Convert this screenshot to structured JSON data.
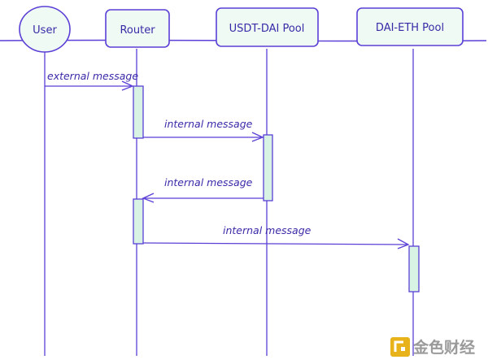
{
  "colors": {
    "ink": "#3a2aa8",
    "line": "#5b3fd6",
    "box_fill": "#eefaf3",
    "activation_fill": "#d8f3e4",
    "watermark_gold": "#e8b21a",
    "watermark_gray": "#9a9a9a"
  },
  "actors": {
    "user": "User",
    "router": "Router",
    "usdt_dai_pool": "USDT-DAI Pool",
    "dai_eth_pool": "DAI-ETH Pool"
  },
  "messages": [
    {
      "label": "external message",
      "from": "User",
      "to": "Router"
    },
    {
      "label": "internal message",
      "from": "Router",
      "to": "USDT-DAI Pool"
    },
    {
      "label": "internal message",
      "from": "USDT-DAI Pool",
      "to": "Router"
    },
    {
      "label": "internal message",
      "from": "Router",
      "to": "DAI-ETH Pool"
    }
  ],
  "watermark": {
    "icon": "golden-finance-logo-icon",
    "text": "金色财经"
  }
}
